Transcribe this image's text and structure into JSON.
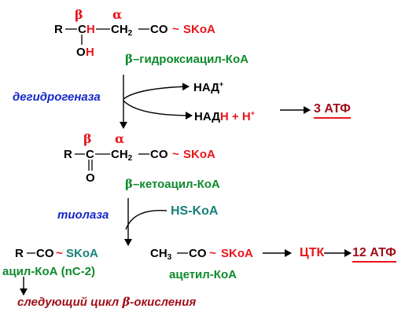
{
  "step1": {
    "beta": "β",
    "alpha": "α",
    "r": "R",
    "ch": "C",
    "h": "H",
    "ch2": "CH",
    "ch2_sub": "2",
    "co": "CO",
    "tilde": "~",
    "skoa": "SKoA",
    "oh_o": "O",
    "oh_h": "H"
  },
  "hydroxyacyl": {
    "beta": "β",
    "text": "–гидроксиацил-КоА"
  },
  "dehydrogenase": "дегидрогеназа",
  "nad": {
    "label": "НАД",
    "sup": "+"
  },
  "nadh": {
    "nad": "НАД",
    "h": "Н + Н",
    "sup": "+"
  },
  "atp3": "3 АТФ",
  "step2": {
    "beta": "β",
    "alpha": "α",
    "r": "R",
    "c": "C",
    "ch2": "CH",
    "ch2_sub": "2",
    "co": "CO",
    "tilde": "~",
    "skoa": "SKoA",
    "o": "O"
  },
  "ketoacyl": {
    "beta": "β",
    "text": "–кетоацил-КоА"
  },
  "thiolase": "тиолаза",
  "hskoa": "HS-KoA",
  "product1": {
    "r": "R",
    "co": "CO",
    "tilde": "~",
    "skoa": "SKoA"
  },
  "acyl": "ацил-КоА (nC-2)",
  "product2": {
    "ch3": "CH",
    "ch3_sub": "3",
    "co": "CO",
    "tilde": "~",
    "skoa": "SKoA"
  },
  "acetyl": "ацетил-КоА",
  "tca": "ЦТК",
  "atp12": "12 АТФ",
  "next_cycle": {
    "text": "следующий цикл ",
    "beta": "β",
    "rest": "-окисления"
  }
}
